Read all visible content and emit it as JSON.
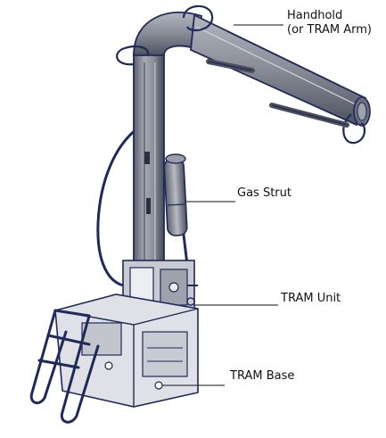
{
  "labels": {
    "handhold": {
      "line1": "Handhold",
      "line2": "(or TRAM Arm)"
    },
    "gas_strut": "Gas Strut",
    "tram_unit": "TRAM Unit",
    "tram_base": "TRAM Base"
  },
  "colors": {
    "outline": "#1f2a5a",
    "arm_dark": "#5a5f6c",
    "arm_mid": "#8b909b",
    "arm_light": "#c2c5cc",
    "base_fill": "#dfe1e6",
    "text": "#111111"
  }
}
